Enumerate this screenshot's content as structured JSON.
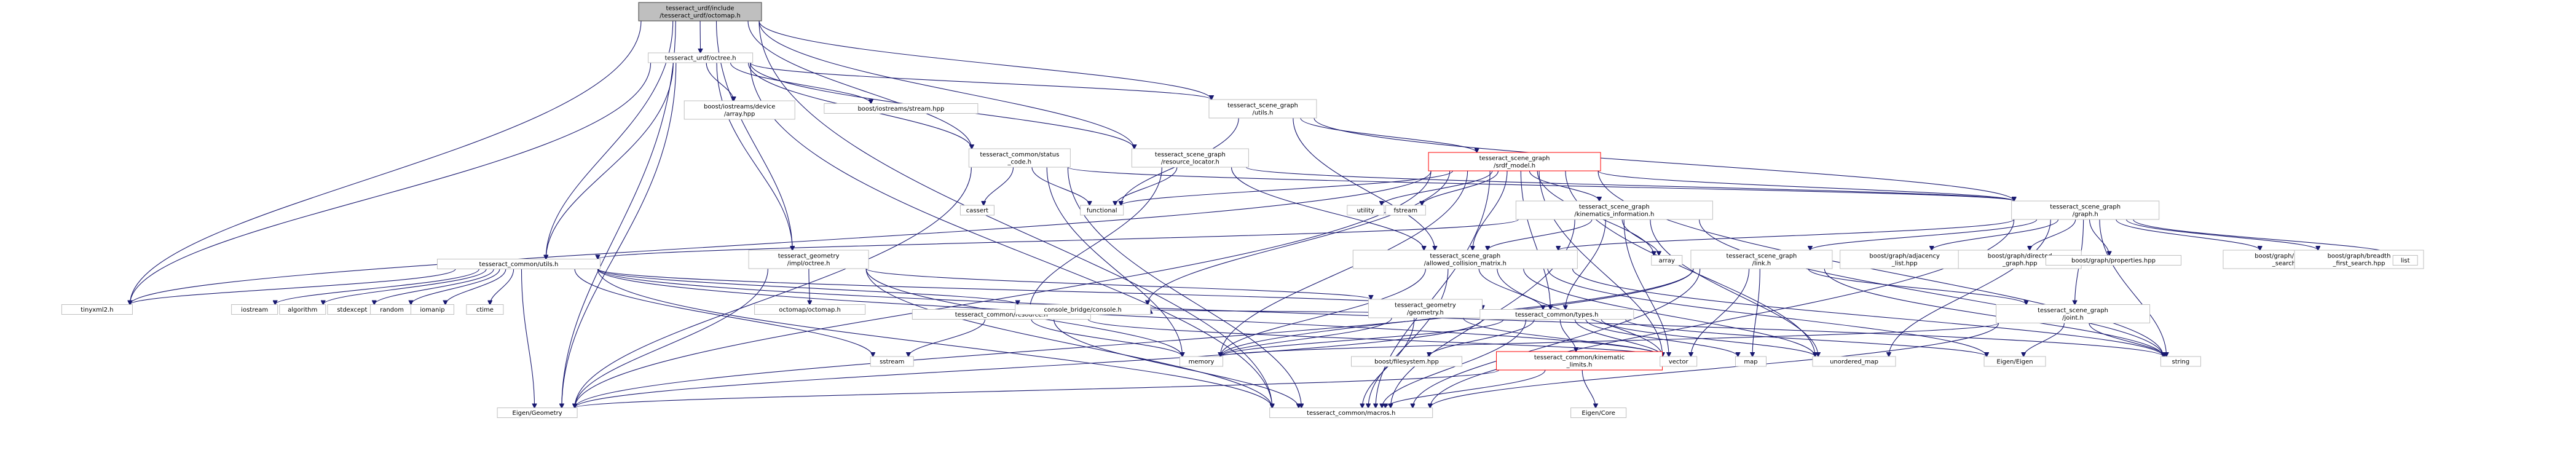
{
  "colors": {
    "edge": "#191970",
    "node_border": "#bfbfbf",
    "node_fill": "#ffffff",
    "root_fill": "#bfbfbf",
    "root_border": "#404040",
    "highlight_border": "#ff0000",
    "text": "#000000"
  },
  "nodes": [
    {
      "id": "root",
      "lines": [
        "tesseract_urdf/include",
        "/tesseract_urdf/octomap.h"
      ],
      "style": "root"
    },
    {
      "id": "octree_h",
      "lines": [
        "tesseract_urdf/octree.h"
      ],
      "style": "normal"
    },
    {
      "id": "sg_utils",
      "lines": [
        "tesseract_scene_graph",
        "/utils.h"
      ],
      "style": "normal"
    },
    {
      "id": "status_code",
      "lines": [
        "tesseract_common/status",
        "_code.h"
      ],
      "style": "normal"
    },
    {
      "id": "resource_locator",
      "lines": [
        "tesseract_scene_graph",
        "/resource_locator.h"
      ],
      "style": "normal"
    },
    {
      "id": "srdf_model",
      "lines": [
        "tesseract_scene_graph",
        "/srdf_model.h"
      ],
      "style": "highlight"
    },
    {
      "id": "graph_h",
      "lines": [
        "tesseract_scene_graph",
        "/graph.h"
      ],
      "style": "normal"
    },
    {
      "id": "kinematics_info",
      "lines": [
        "tesseract_scene_graph",
        "/kinematics_information.h"
      ],
      "style": "normal"
    },
    {
      "id": "acm",
      "lines": [
        "tesseract_scene_graph",
        "/allowed_collision_matrix.h"
      ],
      "style": "normal"
    },
    {
      "id": "link_h",
      "lines": [
        "tesseract_scene_graph",
        "/link.h"
      ],
      "style": "normal"
    },
    {
      "id": "joint_h",
      "lines": [
        "tesseract_scene_graph",
        "/joint.h"
      ],
      "style": "normal"
    },
    {
      "id": "common_utils",
      "lines": [
        "tesseract_common/utils.h"
      ],
      "style": "normal"
    },
    {
      "id": "geom_impl_octree",
      "lines": [
        "tesseract_geometry",
        "/impl/octree.h"
      ],
      "style": "normal"
    },
    {
      "id": "geom_geometry",
      "lines": [
        "tesseract_geometry",
        "/geometry.h"
      ],
      "style": "normal"
    },
    {
      "id": "common_types",
      "lines": [
        "tesseract_common/types.h"
      ],
      "style": "normal"
    },
    {
      "id": "common_resource",
      "lines": [
        "tesseract_common/resource.h"
      ],
      "style": "normal"
    },
    {
      "id": "kinematic_limits",
      "lines": [
        "tesseract_common/kinematic",
        "_limits.h"
      ],
      "style": "highlight"
    },
    {
      "id": "common_macros",
      "lines": [
        "tesseract_common/macros.h"
      ],
      "style": "normal"
    },
    {
      "id": "boost_device_array",
      "lines": [
        "boost/iostreams/device",
        "/array.hpp"
      ],
      "style": "normal"
    },
    {
      "id": "boost_stream",
      "lines": [
        "boost/iostreams/stream.hpp"
      ],
      "style": "normal"
    },
    {
      "id": "cassert",
      "lines": [
        "cassert"
      ],
      "style": "normal"
    },
    {
      "id": "functional",
      "lines": [
        "functional"
      ],
      "style": "normal"
    },
    {
      "id": "utility",
      "lines": [
        "utility"
      ],
      "style": "normal"
    },
    {
      "id": "fstream",
      "lines": [
        "fstream"
      ],
      "style": "normal"
    },
    {
      "id": "array",
      "lines": [
        "array"
      ],
      "style": "normal"
    },
    {
      "id": "boost_adjacency_list",
      "lines": [
        "boost/graph/adjacency",
        "_list.hpp"
      ],
      "style": "normal"
    },
    {
      "id": "boost_directed_graph",
      "lines": [
        "boost/graph/directed",
        "_graph.hpp"
      ],
      "style": "normal"
    },
    {
      "id": "boost_properties",
      "lines": [
        "boost/graph/properties.hpp"
      ],
      "style": "normal"
    },
    {
      "id": "boost_dfs",
      "lines": [
        "boost/graph/depth_first",
        "_search.hpp"
      ],
      "style": "normal"
    },
    {
      "id": "boost_bfs",
      "lines": [
        "boost/graph/breadth",
        "_first_search.hpp"
      ],
      "style": "normal"
    },
    {
      "id": "list",
      "lines": [
        "list"
      ],
      "style": "normal"
    },
    {
      "id": "tinyxml2",
      "lines": [
        "tinyxml2.h"
      ],
      "style": "normal"
    },
    {
      "id": "iostream",
      "lines": [
        "iostream"
      ],
      "style": "normal"
    },
    {
      "id": "algorithm",
      "lines": [
        "algorithm"
      ],
      "style": "normal"
    },
    {
      "id": "stdexcept",
      "lines": [
        "stdexcept"
      ],
      "style": "normal"
    },
    {
      "id": "random",
      "lines": [
        "random"
      ],
      "style": "normal"
    },
    {
      "id": "iomanip",
      "lines": [
        "iomanip"
      ],
      "style": "normal"
    },
    {
      "id": "ctime",
      "lines": [
        "ctime"
      ],
      "style": "normal"
    },
    {
      "id": "octomap_octomap",
      "lines": [
        "octomap/octomap.h"
      ],
      "style": "normal"
    },
    {
      "id": "console_bridge",
      "lines": [
        "console_bridge/console.h"
      ],
      "style": "normal"
    },
    {
      "id": "sstream",
      "lines": [
        "sstream"
      ],
      "style": "normal"
    },
    {
      "id": "memory",
      "lines": [
        "memory"
      ],
      "style": "normal"
    },
    {
      "id": "boost_filesystem",
      "lines": [
        "boost/filesystem.hpp"
      ],
      "style": "normal"
    },
    {
      "id": "vector",
      "lines": [
        "vector"
      ],
      "style": "normal"
    },
    {
      "id": "map",
      "lines": [
        "map"
      ],
      "style": "normal"
    },
    {
      "id": "unordered_map",
      "lines": [
        "unordered_map"
      ],
      "style": "normal"
    },
    {
      "id": "eigen_eigen",
      "lines": [
        "Eigen/Eigen"
      ],
      "style": "normal"
    },
    {
      "id": "eigen_core",
      "lines": [
        "Eigen/Core"
      ],
      "style": "normal"
    },
    {
      "id": "eigen_geometry",
      "lines": [
        "Eigen/Geometry"
      ],
      "style": "normal"
    },
    {
      "id": "string",
      "lines": [
        "string"
      ],
      "style": "normal"
    }
  ],
  "edges": [
    [
      "root",
      "octree_h"
    ],
    [
      "root",
      "sg_utils"
    ],
    [
      "root",
      "status_code"
    ],
    [
      "root",
      "resource_locator"
    ],
    [
      "root",
      "common_utils"
    ],
    [
      "root",
      "geom_impl_octree"
    ],
    [
      "root",
      "tinyxml2"
    ],
    [
      "root",
      "eigen_geometry"
    ],
    [
      "root",
      "common_macros"
    ],
    [
      "octree_h",
      "boost_device_array"
    ],
    [
      "octree_h",
      "boost_stream"
    ],
    [
      "octree_h",
      "sg_utils"
    ],
    [
      "octree_h",
      "status_code"
    ],
    [
      "octree_h",
      "resource_locator"
    ],
    [
      "octree_h",
      "common_utils"
    ],
    [
      "octree_h",
      "geom_impl_octree"
    ],
    [
      "octree_h",
      "tinyxml2"
    ],
    [
      "octree_h",
      "eigen_geometry"
    ],
    [
      "octree_h",
      "common_macros"
    ],
    [
      "sg_utils",
      "srdf_model"
    ],
    [
      "sg_utils",
      "graph_h"
    ],
    [
      "sg_utils",
      "acm"
    ],
    [
      "sg_utils",
      "functional"
    ],
    [
      "status_code",
      "cassert"
    ],
    [
      "status_code",
      "functional"
    ],
    [
      "status_code",
      "memory"
    ],
    [
      "status_code",
      "graph_h"
    ],
    [
      "status_code",
      "eigen_geometry"
    ],
    [
      "status_code",
      "common_macros"
    ],
    [
      "resource_locator",
      "functional"
    ],
    [
      "resource_locator",
      "common_resource"
    ],
    [
      "resource_locator",
      "acm"
    ],
    [
      "resource_locator",
      "graph_h"
    ],
    [
      "srdf_model",
      "utility"
    ],
    [
      "srdf_model",
      "fstream"
    ],
    [
      "srdf_model",
      "functional"
    ],
    [
      "srdf_model",
      "array"
    ],
    [
      "srdf_model",
      "graph_h"
    ],
    [
      "srdf_model",
      "kinematics_info"
    ],
    [
      "srdf_model",
      "acm"
    ],
    [
      "srdf_model",
      "common_types"
    ],
    [
      "srdf_model",
      "console_bridge"
    ],
    [
      "srdf_model",
      "tinyxml2"
    ],
    [
      "srdf_model",
      "memory"
    ],
    [
      "srdf_model",
      "string"
    ],
    [
      "srdf_model",
      "unordered_map"
    ],
    [
      "srdf_model",
      "vector"
    ],
    [
      "srdf_model",
      "common_macros"
    ],
    [
      "srdf_model",
      "eigen_geometry"
    ],
    [
      "kinematics_info",
      "array"
    ],
    [
      "kinematics_info",
      "common_types"
    ],
    [
      "kinematics_info",
      "acm"
    ],
    [
      "kinematics_info",
      "unordered_map"
    ],
    [
      "kinematics_info",
      "vector"
    ],
    [
      "kinematics_info",
      "string"
    ],
    [
      "kinematics_info",
      "common_macros"
    ],
    [
      "kinematics_info",
      "common_utils"
    ],
    [
      "graph_h",
      "boost_adjacency_list"
    ],
    [
      "graph_h",
      "boost_directed_graph"
    ],
    [
      "graph_h",
      "boost_properties"
    ],
    [
      "graph_h",
      "boost_dfs"
    ],
    [
      "graph_h",
      "boost_bfs"
    ],
    [
      "graph_h",
      "list"
    ],
    [
      "graph_h",
      "link_h"
    ],
    [
      "graph_h",
      "joint_h"
    ],
    [
      "graph_h",
      "acm"
    ],
    [
      "graph_h",
      "string"
    ],
    [
      "graph_h",
      "unordered_map"
    ],
    [
      "graph_h",
      "common_macros"
    ],
    [
      "acm",
      "memory"
    ],
    [
      "acm",
      "vector"
    ],
    [
      "acm",
      "unordered_map"
    ],
    [
      "acm",
      "string"
    ],
    [
      "acm",
      "common_types"
    ],
    [
      "acm",
      "eigen_eigen"
    ],
    [
      "acm",
      "common_macros"
    ],
    [
      "link_h",
      "memory"
    ],
    [
      "link_h",
      "map"
    ],
    [
      "link_h",
      "vector"
    ],
    [
      "link_h",
      "string"
    ],
    [
      "link_h",
      "eigen_geometry"
    ],
    [
      "link_h",
      "joint_h"
    ],
    [
      "link_h",
      "common_macros"
    ],
    [
      "joint_h",
      "string"
    ],
    [
      "joint_h",
      "memory"
    ],
    [
      "joint_h",
      "eigen_eigen"
    ],
    [
      "joint_h",
      "common_macros"
    ],
    [
      "common_utils",
      "tinyxml2"
    ],
    [
      "common_utils",
      "iostream"
    ],
    [
      "common_utils",
      "algorithm"
    ],
    [
      "common_utils",
      "stdexcept"
    ],
    [
      "common_utils",
      "random"
    ],
    [
      "common_utils",
      "iomanip"
    ],
    [
      "common_utils",
      "ctime"
    ],
    [
      "common_utils",
      "console_bridge"
    ],
    [
      "common_utils",
      "sstream"
    ],
    [
      "common_utils",
      "vector"
    ],
    [
      "common_utils",
      "string"
    ],
    [
      "common_utils",
      "eigen_geometry"
    ],
    [
      "common_utils",
      "common_types"
    ],
    [
      "common_utils",
      "common_macros"
    ],
    [
      "geom_impl_octree",
      "octomap_octomap"
    ],
    [
      "geom_impl_octree",
      "memory"
    ],
    [
      "geom_impl_octree",
      "geom_geometry"
    ],
    [
      "geom_impl_octree",
      "eigen_geometry"
    ],
    [
      "geom_impl_octree",
      "common_macros"
    ],
    [
      "geom_geometry",
      "memory"
    ],
    [
      "geom_geometry",
      "vector"
    ],
    [
      "geom_geometry",
      "common_types"
    ],
    [
      "geom_geometry",
      "common_macros"
    ],
    [
      "common_types",
      "memory"
    ],
    [
      "common_types",
      "boost_filesystem"
    ],
    [
      "common_types",
      "vector"
    ],
    [
      "common_types",
      "map"
    ],
    [
      "common_types",
      "unordered_map"
    ],
    [
      "common_types",
      "eigen_eigen"
    ],
    [
      "common_types",
      "kinematic_limits"
    ],
    [
      "common_types",
      "eigen_geometry"
    ],
    [
      "common_types",
      "common_macros"
    ],
    [
      "common_types",
      "console_bridge"
    ],
    [
      "common_resource",
      "sstream"
    ],
    [
      "common_resource",
      "memory"
    ],
    [
      "common_resource",
      "vector"
    ],
    [
      "common_resource",
      "common_macros"
    ],
    [
      "kinematic_limits",
      "eigen_core"
    ],
    [
      "kinematic_limits",
      "common_macros"
    ],
    [
      "kinematic_limits",
      "eigen_geometry"
    ]
  ]
}
